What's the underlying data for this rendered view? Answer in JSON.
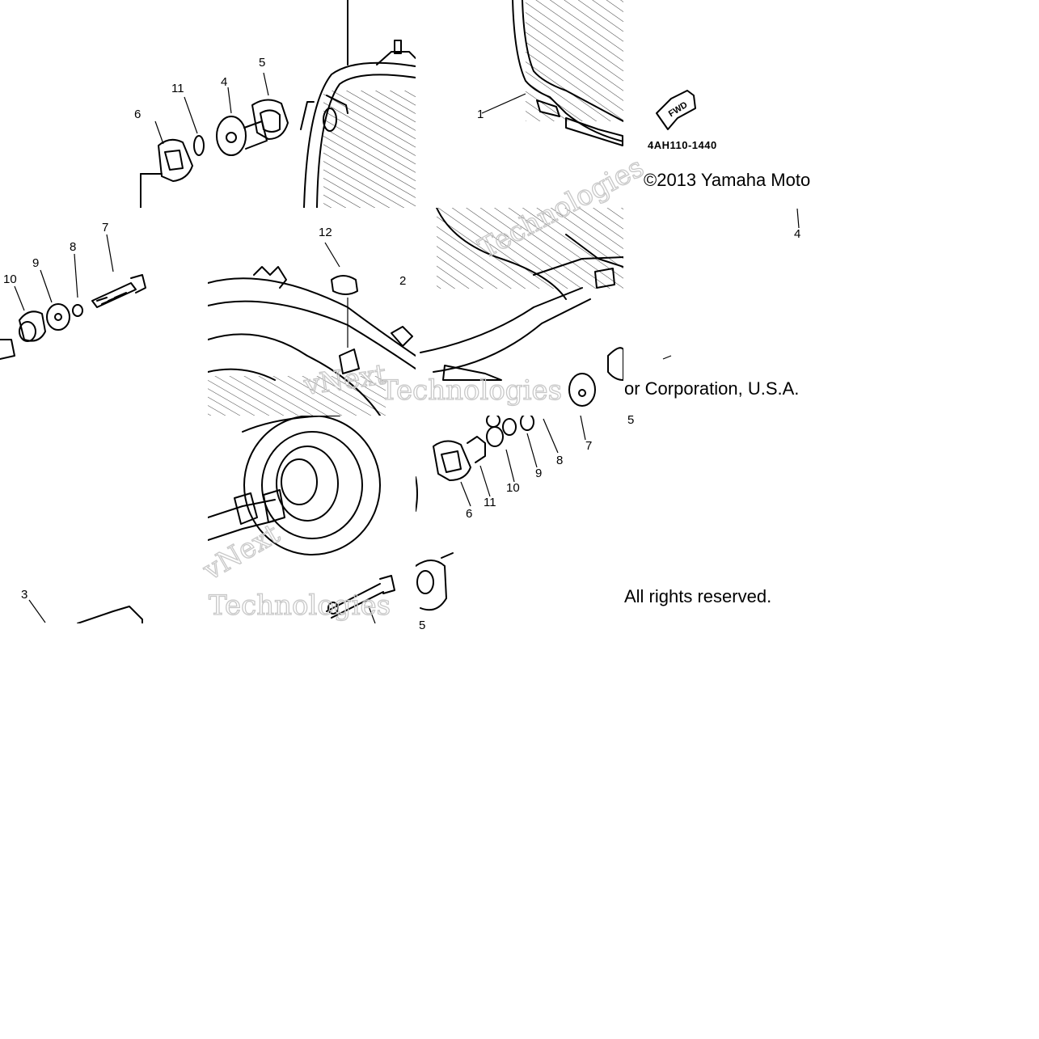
{
  "diagram": {
    "part_code": "4AH110-1440",
    "fwd_label": "FWD",
    "copyright_line": "©2013 Yamaha Motor Corporation, U.S.A.",
    "copyright_visible_start": "©2013 Yamaha Moto",
    "copyright_visible_end": "or Corporation, U.S.A.",
    "rights": "All rights reserved.",
    "watermark_parts": [
      "vNext",
      "Technologies"
    ],
    "callouts": [
      "1",
      "2",
      "3",
      "4",
      "5",
      "6",
      "7",
      "8",
      "9",
      "10",
      "11",
      "12"
    ]
  }
}
